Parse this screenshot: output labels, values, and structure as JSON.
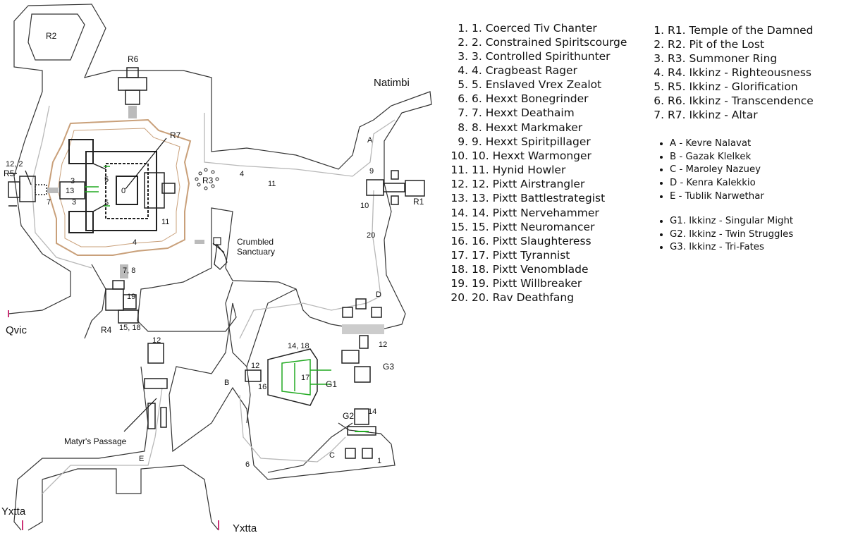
{
  "map": {
    "place_labels": {
      "natimbi": "Natimbi",
      "qvic": "Qvic",
      "yxtta_left": "Yxtta",
      "yxtta_right": "Yxtta",
      "crumbled_sanctuary_line1": "Crumbled",
      "crumbled_sanctuary_line2": "Sanctuary",
      "matyrs_passage": "Matyr's Passage"
    },
    "room_labels": {
      "r1": "R1",
      "r2": "R2",
      "r3": "R3",
      "r4": "R4",
      "r5": "R5",
      "r6": "R6",
      "r7": "R7",
      "g1": "G1",
      "g2": "G2",
      "g3": "G3"
    },
    "npc_labels": {
      "a": "A",
      "b": "B",
      "c": "C",
      "d": "D",
      "e": "E"
    },
    "mob_labels": {
      "m_12_2": "12, 2",
      "m_7_west": "7",
      "m_3_a": "3",
      "m_13": "13",
      "m_3_b": "3",
      "m_5_a": "5",
      "m_5_b": "5",
      "m_0": "0",
      "m_4_temple": "4",
      "m_11_temple": "11",
      "m_4_hall": "4",
      "m_11_hall": "11",
      "m_9": "9",
      "m_10": "10",
      "m_20": "20",
      "m_7_8": "7, 8",
      "m_19": "19",
      "m_15_18": "15, 18",
      "m_12_north": "12",
      "m_12_east": "12",
      "m_12_g1": "12",
      "m_14_18": "14, 18",
      "m_16": "16",
      "m_17": "17",
      "m_14_south": "14",
      "m_6": "6",
      "m_1": "1"
    },
    "colors": {
      "wall": "#222222",
      "cave_outline": "#333333",
      "inner_path": "#b8b8b8",
      "temple_ring": "#c9a07a",
      "highlight": "#22aa22",
      "exit_marker": "#cc3377"
    }
  },
  "legend": {
    "mobs": [
      "1. Coerced Tiv Chanter",
      "2. Constrained Spiritscourge",
      "3. Controlled Spirithunter",
      "4. Cragbeast Rager",
      "5. Enslaved Vrex Zealot",
      "6. Hexxt Bonegrinder",
      "7. Hexxt Deathaim",
      "8. Hexxt Markmaker",
      "9. Hexxt Spiritpillager",
      "10. Hexxt Warmonger",
      "11. Hynid Howler",
      "12. Pixtt Airstrangler",
      "13. Pixtt Battlestrategist",
      "14. Pixtt Nervehammer",
      "15. Pixtt Neuromancer",
      "16. Pixtt Slaughteress",
      "17. Pixtt Tyrannist",
      "18. Pixtt Venomblade",
      "19. Pixtt Willbreaker",
      "20. Rav Deathfang"
    ],
    "rooms": [
      "R1. Temple of the Damned",
      "R2. Pit of the Lost",
      "R3. Summoner Ring",
      "R4. Ikkinz - Righteousness",
      "R5. Ikkinz - Glorification",
      "R6. Ikkinz - Transcendence",
      "R7. Ikkinz - Altar"
    ],
    "npcs": [
      "A - Kevre Nalavat",
      "B - Gazak Klelkek",
      "C - Maroley Nazuey",
      "D - Kenra Kalekkio",
      "E - Tublik Narwethar"
    ],
    "groups": [
      "G1. Ikkinz - Singular Might",
      "G2. Ikkinz - Twin Struggles",
      "G3. Ikkinz - Tri-Fates"
    ]
  }
}
